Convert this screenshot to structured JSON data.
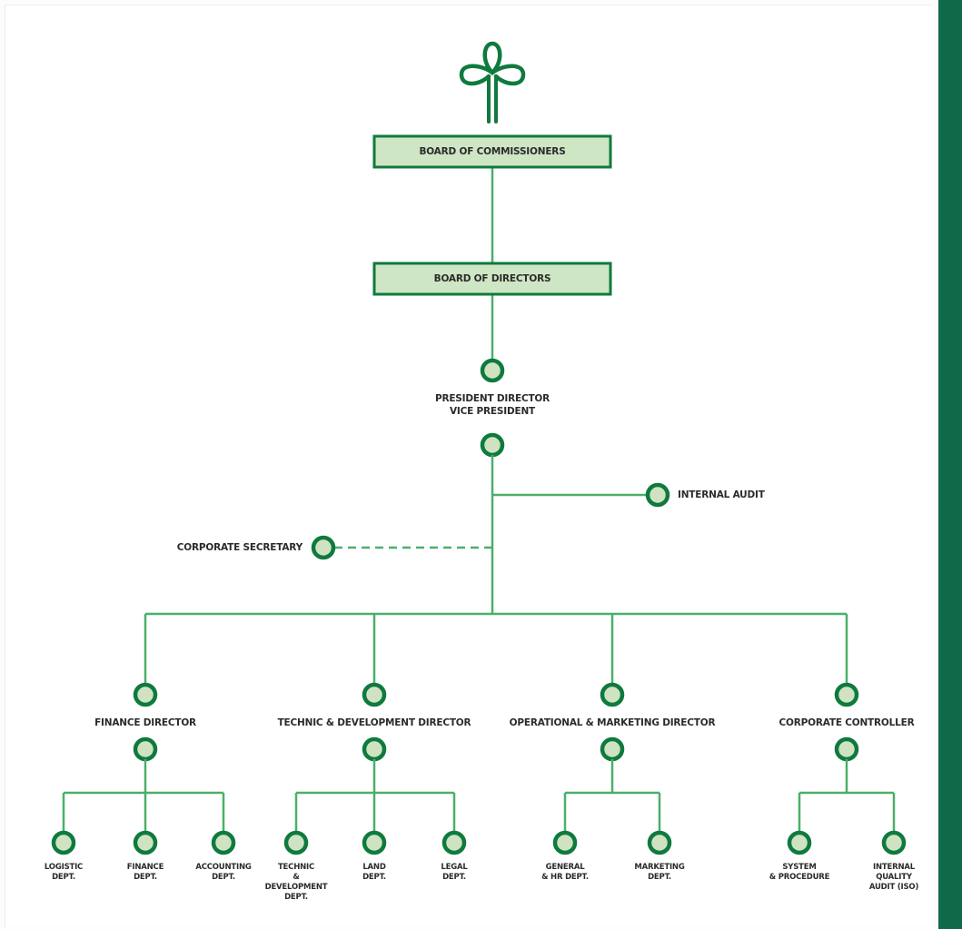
{
  "colors": {
    "accent": "#0f7a3e",
    "node_fill": "#cfe3c2",
    "box_fill": "#cfe6c4",
    "line": "#4caf6a",
    "side_band": "#0f6a4a"
  },
  "logo": {
    "icon": "tree-sprout-logo"
  },
  "boxes": {
    "board_of_commissioners": "BOARD OF COMMISSIONERS",
    "board_of_directors": "BOARD OF DIRECTORS"
  },
  "president": {
    "line1": "PRESIDENT DIRECTOR",
    "line2": "VICE PRESIDENT"
  },
  "staff": {
    "internal_audit": "INTERNAL AUDIT",
    "corporate_secretary": "CORPORATE SECRETARY"
  },
  "directors": [
    {
      "title": "FINANCE DIRECTOR",
      "departments": [
        {
          "lines": [
            "LOGISTIC",
            "DEPT."
          ]
        },
        {
          "lines": [
            "FINANCE",
            "DEPT."
          ]
        },
        {
          "lines": [
            "ACCOUNTING",
            "DEPT."
          ]
        }
      ]
    },
    {
      "title": "TECHNIC & DEVELOPMENT DIRECTOR",
      "departments": [
        {
          "lines": [
            "TECHNIC",
            "&",
            "DEVELOPMENT",
            "DEPT."
          ]
        },
        {
          "lines": [
            "LAND",
            "DEPT."
          ]
        },
        {
          "lines": [
            "LEGAL",
            "DEPT."
          ]
        }
      ]
    },
    {
      "title": "OPERATIONAL & MARKETING DIRECTOR",
      "departments": [
        {
          "lines": [
            "GENERAL",
            "& HR DEPT."
          ]
        },
        {
          "lines": [
            "MARKETING",
            "DEPT."
          ]
        }
      ]
    },
    {
      "title": "CORPORATE CONTROLLER",
      "departments": [
        {
          "lines": [
            "SYSTEM",
            "& PROCEDURE"
          ]
        },
        {
          "lines": [
            "INTERNAL",
            "QUALITY",
            "AUDIT (ISO)"
          ]
        }
      ]
    }
  ]
}
